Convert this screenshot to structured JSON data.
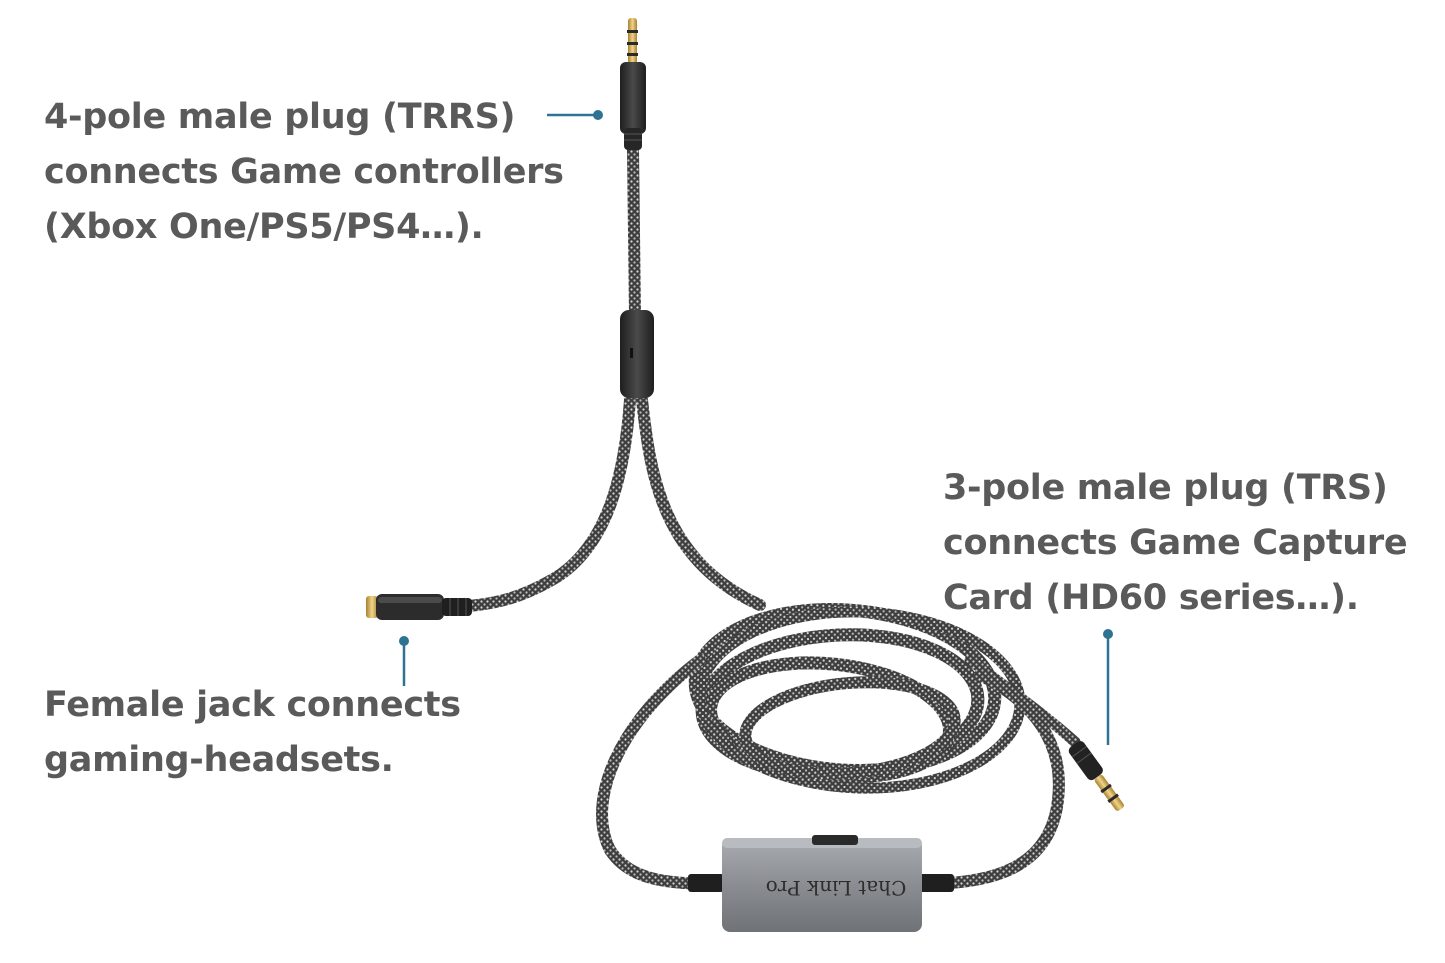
{
  "callouts": {
    "trrs": {
      "lines": [
        "4-pole male plug (TRRS)",
        "connects Game controllers",
        "(Xbox One/PS5/PS4…)."
      ]
    },
    "female": {
      "lines": [
        "Female jack connects",
        "gaming-headsets."
      ]
    },
    "trs": {
      "lines": [
        "3-pole male plug (TRS)",
        "connects Game Capture",
        "Card (HD60 series…)."
      ]
    }
  },
  "device": {
    "label": "Chat Link Pro"
  },
  "colors": {
    "text": "#5a5a5a",
    "leader": "#2f7393",
    "cable": "#4a4a4a",
    "plug_gold": "#c9a24a",
    "box": "#8a8d92"
  }
}
